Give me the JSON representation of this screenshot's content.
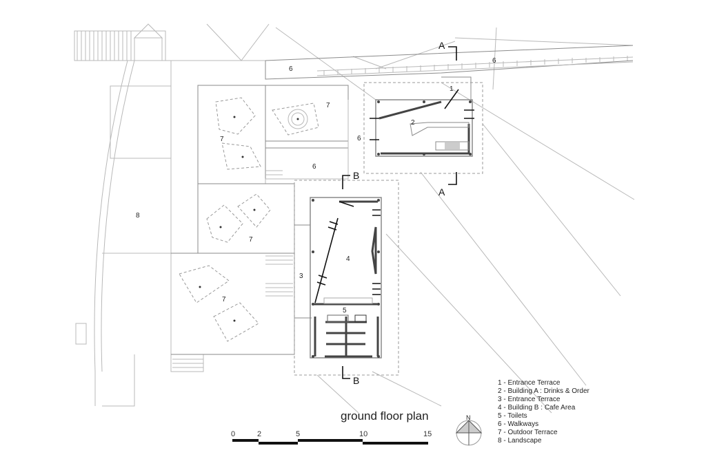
{
  "plan": {
    "title": "ground floor plan",
    "zones": {
      "z1": "1",
      "z2": "2",
      "z3": "3",
      "z4": "4",
      "z5": "5",
      "z6a": "6",
      "z6b": "6",
      "z6c": "6",
      "z6d": "6",
      "z7a": "7",
      "z7b": "7",
      "z7c": "7",
      "z7d": "7",
      "z8": "8"
    },
    "sections": {
      "a_top": "A",
      "a_bottom": "A",
      "b_top": "B",
      "b_bottom": "B"
    },
    "scale": {
      "labels": [
        "0",
        "2",
        "5",
        "10",
        "15"
      ]
    },
    "north": "N",
    "legend": [
      "1 - Entrance Terrace",
      "2 - Building A : Drinks & Order",
      "3 - Entrance Terrace",
      "4 - Building B : Cafe Area",
      "5 - Toilets",
      "6 - Walkways",
      "7 - Outdoor Terrace",
      "8 - Landscape"
    ]
  }
}
